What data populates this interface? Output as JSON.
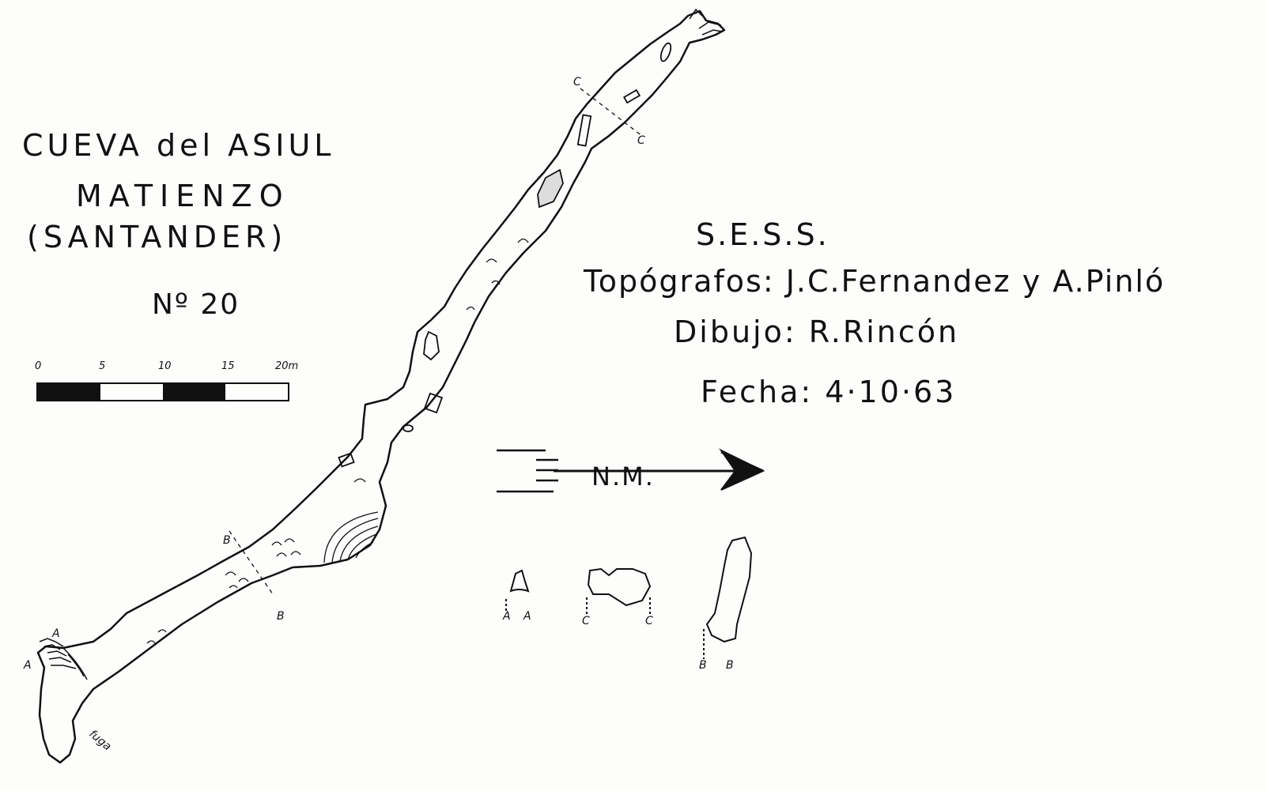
{
  "title": {
    "line1": "CUEVA del ASIUL",
    "line2": "MATIENZO",
    "line3": "(SANTANDER)",
    "number": "Nº 20"
  },
  "credits": {
    "org": "S.E.S.S.",
    "surveyors": "Topógrafos: J.C.Fernandez y A.Pinló",
    "drawing": "Dibujo: R.Rincón",
    "date": "Fecha: 4·10·63"
  },
  "scale_bar": {
    "ticks": [
      "0",
      "5",
      "10",
      "15",
      "20m"
    ],
    "segments": 4
  },
  "north_arrow": {
    "label": "N.M."
  },
  "section_markers": {
    "a": "A",
    "b": "B",
    "c": "C",
    "annotation": "fuga"
  },
  "colors": {
    "ink": "#111111",
    "paper": "#fdfdfc"
  }
}
